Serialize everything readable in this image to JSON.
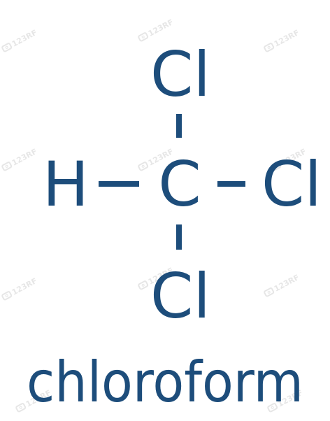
{
  "molecule": {
    "name": "chloroform",
    "color": "#1d4d7b",
    "atoms": {
      "center": "C",
      "top": "Cl",
      "left": "H",
      "right": "Cl",
      "bottom": "Cl"
    }
  },
  "watermark": {
    "text": "123RF",
    "icon": "camera-icon"
  }
}
